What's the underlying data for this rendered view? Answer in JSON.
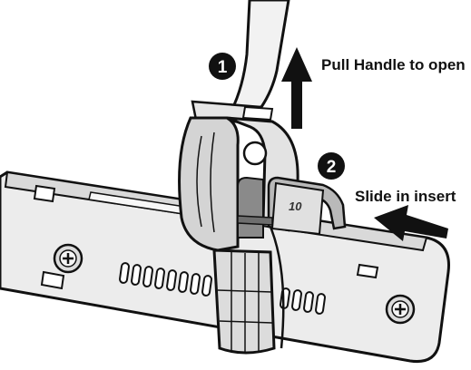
{
  "steps": [
    {
      "number": "1",
      "instruction": "Pull Handle to open"
    },
    {
      "number": "2",
      "instruction": "Slide in insert"
    }
  ],
  "insert_label": "10",
  "colors": {
    "outline": "#111111",
    "rail": "#ececec",
    "rail_shadow": "#cfcfcf",
    "clip": "#d4d4d4",
    "clip_dark": "#8a8a8a",
    "insert": "#b9b9b9",
    "handle": "#f2f2f2",
    "badge": "#111111"
  }
}
